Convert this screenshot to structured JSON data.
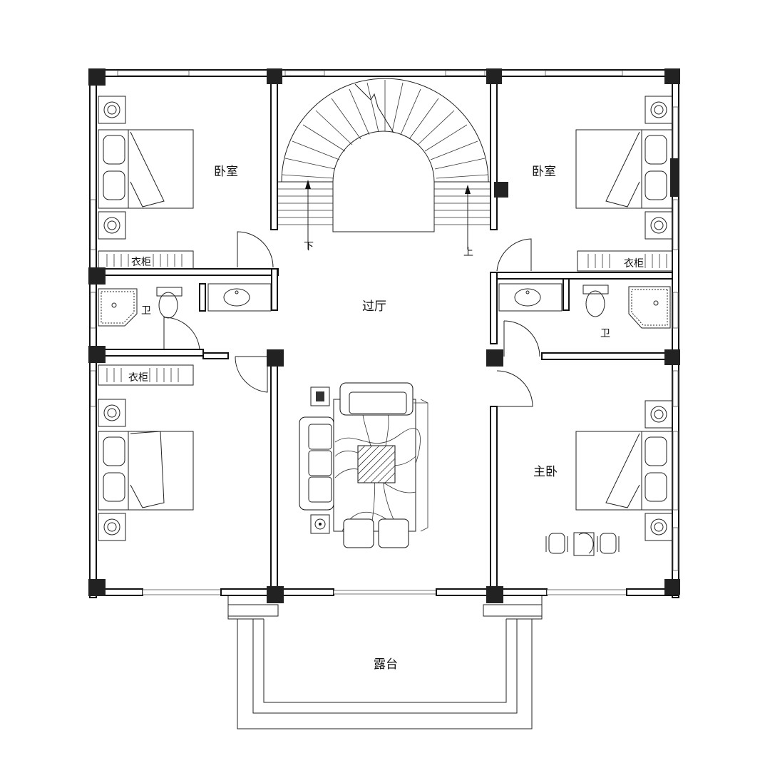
{
  "rooms": {
    "bedroom_nw": "卧室",
    "bedroom_ne": "卧室",
    "master_bedroom": "主卧",
    "hall": "过厅",
    "terrace": "露台",
    "bath_w": "卫",
    "bath_e": "卫",
    "closet_nw": "衣柜",
    "closet_ne": "衣柜",
    "closet_sw": "衣柜"
  },
  "stairs": {
    "down": "下",
    "up": "上"
  }
}
